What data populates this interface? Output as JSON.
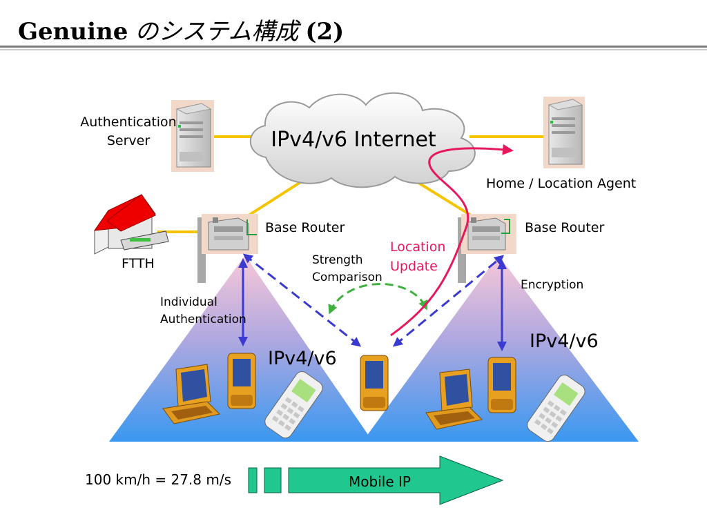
{
  "title": {
    "english": "Genuine",
    "japanese": "のシステム構成",
    "number": "(2)"
  },
  "labels": {
    "internet": "IPv4/v6 Internet",
    "auth_server_line1": "Authentication",
    "auth_server_line2": "Server",
    "home_agent": "Home / Location Agent",
    "base_router_left": "Base Router",
    "base_router_right": "Base Router",
    "ftth": "FTTH",
    "location_update_line1": "Location",
    "location_update_line2": "Update",
    "strength_line1": "Strength",
    "strength_line2": "Comparison",
    "encryption": "Encryption",
    "individual_line1": "Individual",
    "individual_line2": "Authentication",
    "ipv4v6_left": "IPv4/v6",
    "ipv4v6_right": "IPv4/v6",
    "speed": "100 km/h = 27.8 m/s",
    "mobile_ip": "Mobile IP"
  },
  "colors": {
    "link_yellow": "#f5c400",
    "signal_blue": "#3a3ad0",
    "location_red": "#e8185c",
    "strength_green": "#40b040",
    "arrow_teal": "#20c890",
    "cone_top": "#f8c8d8",
    "cone_bottom": "#3a98f0",
    "house_roof": "#ee0000"
  },
  "icons": [
    "server-icon",
    "cloud-icon",
    "router-icon",
    "house-icon",
    "laptop-icon",
    "pda-icon",
    "phone-icon"
  ]
}
